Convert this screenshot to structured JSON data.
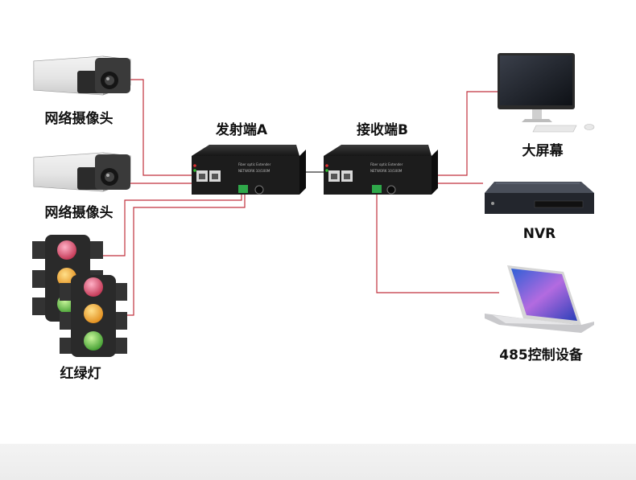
{
  "devices": {
    "camera_top": {
      "label": "网络摄像头"
    },
    "camera_bottom": {
      "label": "网络摄像头"
    },
    "traffic_light": {
      "label": "红绿灯"
    },
    "transmitter": {
      "label": "发射端A",
      "panel_text_1": "Fiber optic Extender",
      "panel_text_2": "NETWORK 10/100M"
    },
    "receiver": {
      "label": "接收端B",
      "panel_text_1": "Fiber optic Extender",
      "panel_text_2": "NETWORK 10/100M"
    },
    "monitor": {
      "label": "大屏幕"
    },
    "nvr": {
      "label": "NVR"
    },
    "laptop": {
      "label": "485控制设备"
    }
  },
  "colors": {
    "link_line": "#c0313d",
    "fiber_line": "#333333",
    "box_body": "#1c1c1c",
    "label_text": "#111111",
    "bottom_band": "#efefef"
  }
}
